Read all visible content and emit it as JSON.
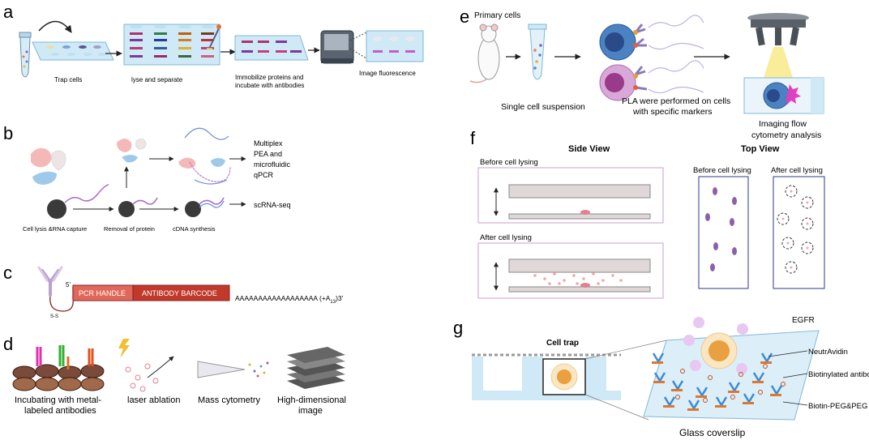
{
  "panels": {
    "a": {
      "letter": "a",
      "steps": [
        "Trap cells",
        "lyse and separate",
        "Immobilize proteins and",
        "incubate with antibodies",
        "Image fluorescence"
      ]
    },
    "b": {
      "letter": "b",
      "steps": [
        "Cell lysis &RNA capture",
        "Removal of protein",
        "cDNA synthesis"
      ],
      "outputs": [
        "Multiplex",
        "PEA and",
        "microfluidic",
        "qPCR",
        "scRNA-seq"
      ]
    },
    "c": {
      "letter": "c",
      "prime5": "5'",
      "handle": "PCR HANDLE",
      "barcode": "ANTIBODY BARCODE",
      "ss": "S-S",
      "polyA": "AAAAAAAAAAAAAAAAAA (+A",
      "sub": "13",
      "tail": ")3'"
    },
    "d": {
      "letter": "d",
      "steps": [
        "Incubating with metal-",
        "labeled antibodies",
        "laser ablation",
        "Mass cytometry",
        "High-dimensional",
        "image"
      ]
    },
    "e": {
      "letter": "e",
      "labels": [
        "Primary cells",
        "Single cell suspension",
        "PLA were performed on cells",
        "with specific markers",
        "Imaging flow",
        "cytometry analysis"
      ]
    },
    "f": {
      "letter": "f",
      "side": "Side View",
      "top": "Top View",
      "before": "Before cell lysing",
      "after": "After cell lysing"
    },
    "g": {
      "letter": "g",
      "trap": "Cell trap",
      "egfr": "EGFR",
      "labels": [
        "NeutrAvidin",
        "Biotinylated antibody",
        "Biotin-PEG&PEG"
      ],
      "glass": "Glass coverslip"
    }
  },
  "colors": {
    "plate": "#cfe9f6",
    "plateEdge": "#7fb8d6",
    "barcodeRed": "#c0392b",
    "handleRed": "#e0685a",
    "purple": "#8e5fa8",
    "pink": "#f2a7b0",
    "blue": "#8fbfe4",
    "orange": "#e0762e"
  }
}
